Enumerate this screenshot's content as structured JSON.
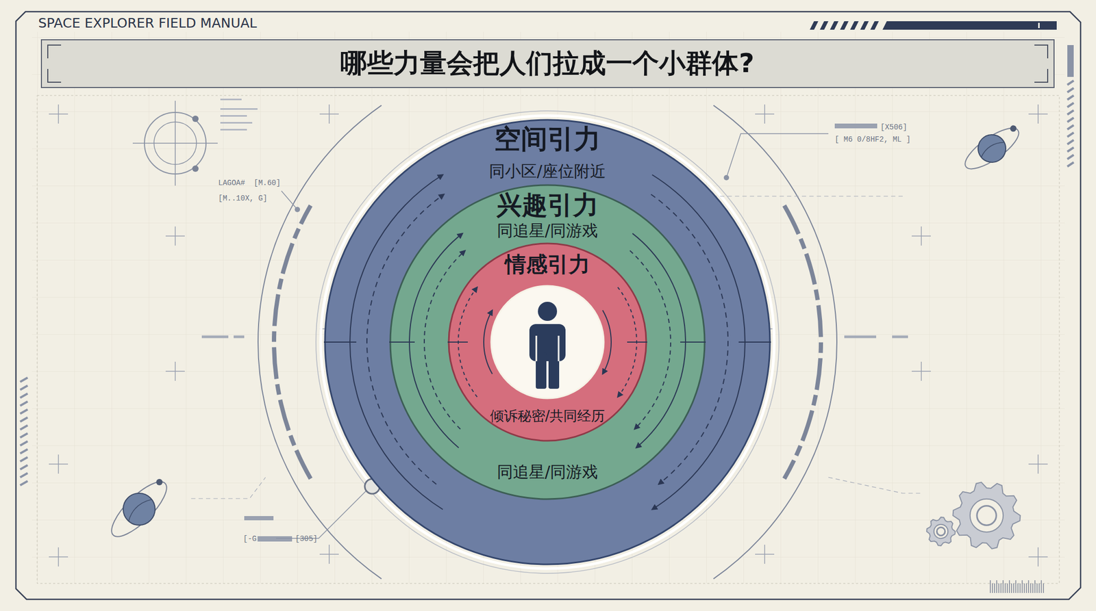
{
  "diagram": {
    "title": "哪些力量会把人们拉成一个小群体?",
    "nodes": [
      {
        "text": [
          "空间引力",
          "同小区/座位附近"
        ]
      },
      {
        "text": [
          "兴趣引力",
          "同追星/同游戏",
          "同追星/同游戏"
        ],
        "in": 0
      },
      {
        "text": [
          "情感引力",
          "倾诉秘密/共同经历"
        ],
        "in": 1
      }
    ],
    "labels": [
      "SPACE EXPLORER FIELD MANUAL",
      "LAGOA#",
      "[M.60]",
      "[M..10X, G]",
      "[X506]",
      "[ M6 0/8HF2, ML ]",
      "[-G",
      "[305]"
    ]
  }
}
